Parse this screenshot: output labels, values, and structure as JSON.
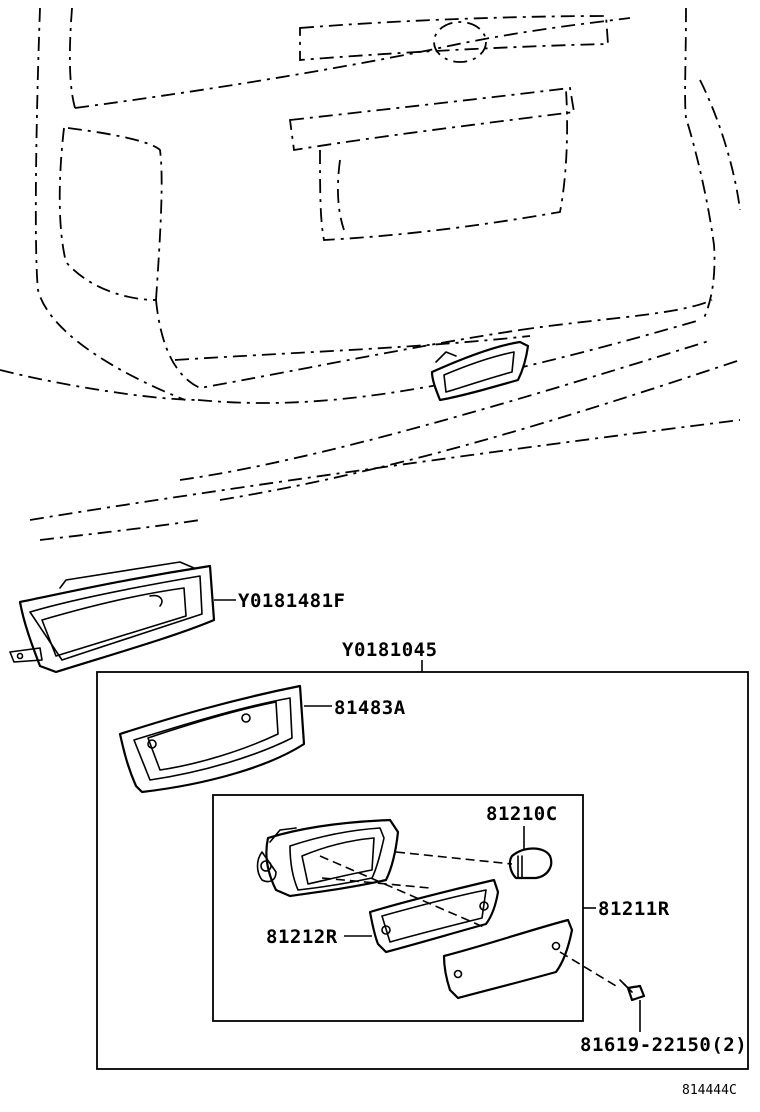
{
  "parts": {
    "y0181481f": "Y0181481F",
    "y0181045": "Y0181045",
    "p81483a": "81483A",
    "p81210c": "81210C",
    "p81211r": "81211R",
    "p81212r": "81212R",
    "p81619": "81619-22150(2)"
  },
  "diagram_ref": "814444C"
}
